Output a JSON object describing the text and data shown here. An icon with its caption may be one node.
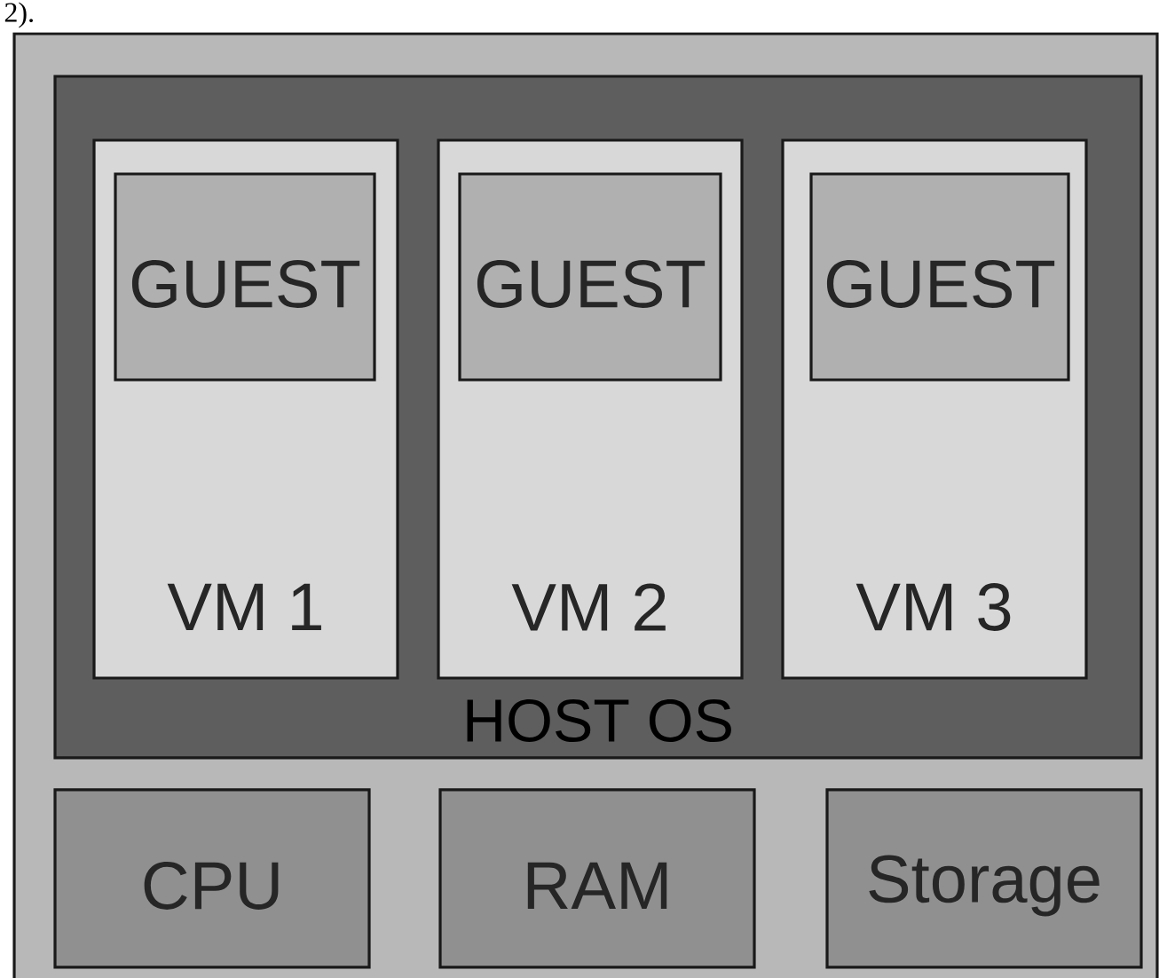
{
  "diagram": {
    "nodes": [
      {
        "text": [],
        "shape": "box"
      },
      {
        "text": [
          "HOST OS"
        ],
        "in": 0
      },
      {
        "text": [
          "VM 1"
        ],
        "in": 1
      },
      {
        "text": [
          "GUEST"
        ],
        "in": 2
      },
      {
        "text": [
          "VM 2"
        ],
        "in": 1
      },
      {
        "text": [
          "GUEST"
        ],
        "in": 4
      },
      {
        "text": [
          "VM 3"
        ],
        "in": 1
      },
      {
        "text": [
          "GUEST"
        ],
        "in": 6
      },
      {
        "text": [
          "CPU"
        ],
        "in": 0
      },
      {
        "text": [
          "RAM"
        ],
        "in": 0
      },
      {
        "text": [
          "Storage"
        ],
        "in": 0
      }
    ],
    "labels": [
      "2)."
    ]
  }
}
